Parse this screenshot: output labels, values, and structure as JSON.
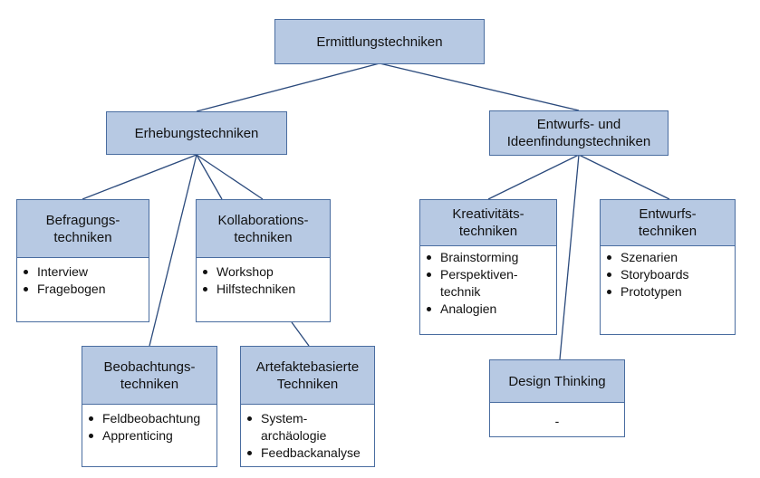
{
  "root": "Ermittlungstechniken",
  "erhebung": "Erhebungstechniken",
  "entwurf_ideen": [
    "Entwurfs- und",
    "Ideenfindungstechniken"
  ],
  "befragung": {
    "title": [
      "Befragungs-",
      "techniken"
    ],
    "items": [
      "Interview",
      "Fragebogen"
    ]
  },
  "kollaboration": {
    "title": [
      "Kollaborations-",
      "techniken"
    ],
    "items": [
      "Workshop",
      "Hilfstechniken"
    ]
  },
  "beobachtung": {
    "title": [
      "Beobachtungs-",
      "techniken"
    ],
    "items": [
      "Feldbeobachtung",
      "Apprenticing"
    ]
  },
  "artefakt": {
    "title": [
      "Artefaktebasierte",
      "Techniken"
    ],
    "items": [
      [
        "System-",
        "archäologie"
      ],
      [
        "Feedbackanalyse"
      ]
    ]
  },
  "kreativitaet": {
    "title": [
      "Kreativitäts-",
      "techniken"
    ],
    "items": [
      [
        "Brainstorming"
      ],
      [
        "Perspektiven-",
        "technik"
      ],
      [
        "Analogien"
      ]
    ]
  },
  "entwurfs": {
    "title": [
      "Entwurfs-",
      "techniken"
    ],
    "items": [
      "Szenarien",
      "Storyboards",
      "Prototypen"
    ]
  },
  "design_thinking": {
    "title": "Design Thinking",
    "body": "-"
  }
}
